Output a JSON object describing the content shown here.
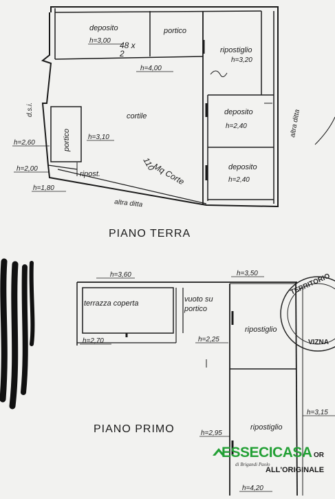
{
  "ground_floor": {
    "title": "PIANO TERRA",
    "rooms": {
      "deposito_top": "deposito",
      "portico_top": "portico",
      "ripostiglio": "ripostiglio",
      "cortile": "cortile",
      "portico_left": "portico",
      "deposito_mid": "deposito",
      "deposito_low": "deposito",
      "ripost": "ripost."
    },
    "heights": {
      "h300": "h=3,00",
      "h320": "h=3,20",
      "h400": "h=4,00",
      "h310": "h=3,10",
      "h240a": "h=2,40",
      "h240b": "h=2,40",
      "h260": "h=2,60",
      "h200": "h=2,00",
      "h180": "h=1,80"
    },
    "side_labels": {
      "altra_ditta_right": "altra ditta",
      "altra_ditta_bottom": "altra ditta",
      "dsi": "d.s.i."
    },
    "handwritten": {
      "n48": "48 x",
      "n2": "2",
      "n110": "110",
      "nMq": "Mq Corte"
    }
  },
  "first_floor": {
    "title": "PIANO PRIMO",
    "rooms": {
      "terrazza": "terrazza coperta",
      "vuoto_1": "vuoto su",
      "vuoto_2": "portico",
      "ripostiglio_a": "ripostiglio",
      "ripostiglio_b": "ripostiglio"
    },
    "heights": {
      "h360": "h=3,60",
      "h350": "h=3,50",
      "h270": "h=2,70",
      "h225": "h=2,25",
      "h315": "h=3,15",
      "h295": "h=2,95",
      "h420": "h=4,20"
    }
  },
  "stamp": {
    "line1": "TERRITORIO",
    "line2": "VIZNA"
  },
  "watermark": {
    "brand": "ESSECICASA",
    "sub": "di Brigandi Paolo",
    "behind1": "OR",
    "behind2": "ALL'ORIGINALE"
  },
  "colors": {
    "ink": "#1a1a1a",
    "paper": "#f2f2f0",
    "brand_green": "#23a035"
  }
}
